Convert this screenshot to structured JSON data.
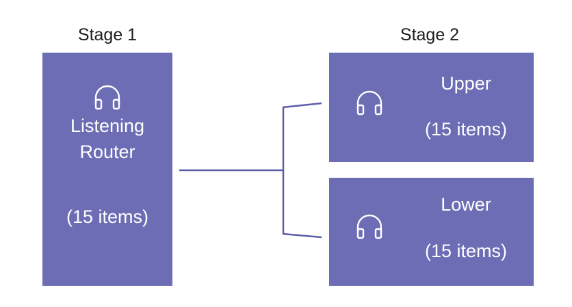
{
  "stage1": {
    "title": "Stage 1",
    "box": {
      "icon": "headphones-icon",
      "line1": "Listening",
      "line2": "Router",
      "count": "(15 items)"
    }
  },
  "stage2": {
    "title": "Stage 2",
    "upper": {
      "icon": "headphones-icon",
      "label": "Upper",
      "count": "(15 items)"
    },
    "lower": {
      "icon": "headphones-icon",
      "label": "Lower",
      "count": "(15 items)"
    }
  },
  "colors": {
    "box_fill": "#6c6db5",
    "connector": "#5b5ca8",
    "text_on_box": "#ffffff",
    "stage_label": "#1c1c1c"
  }
}
